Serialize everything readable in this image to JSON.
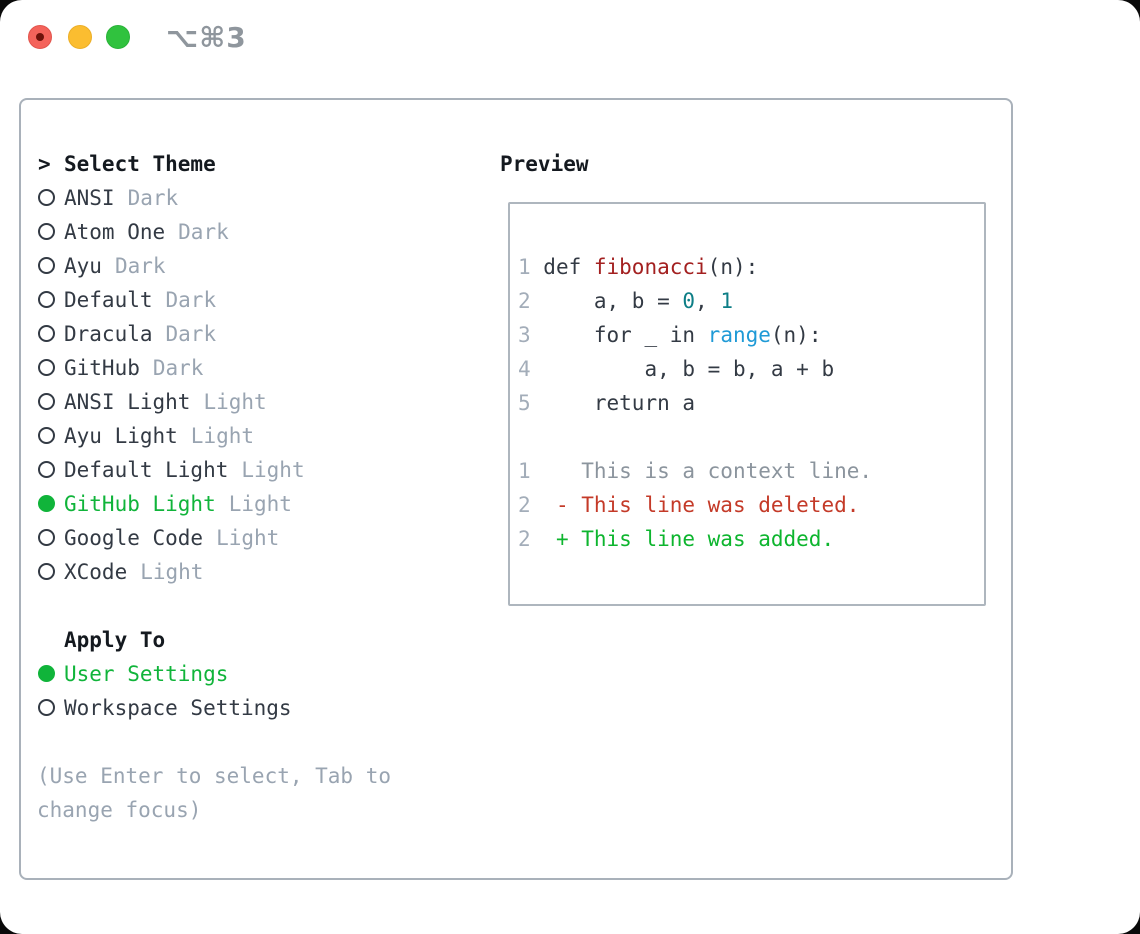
{
  "window": {
    "title_shortcut": "⌥⌘3",
    "traffic_lights": [
      "close",
      "minimize",
      "zoom"
    ]
  },
  "theme_selector": {
    "prompt": ">",
    "title": "Select Theme",
    "themes": [
      {
        "name": "ANSI",
        "variant": "Dark",
        "selected": false
      },
      {
        "name": "Atom One",
        "variant": "Dark",
        "selected": false
      },
      {
        "name": "Ayu",
        "variant": "Dark",
        "selected": false
      },
      {
        "name": "Default",
        "variant": "Dark",
        "selected": false
      },
      {
        "name": "Dracula",
        "variant": "Dark",
        "selected": false
      },
      {
        "name": "GitHub",
        "variant": "Dark",
        "selected": false
      },
      {
        "name": "ANSI Light",
        "variant": "Light",
        "selected": false
      },
      {
        "name": "Ayu Light",
        "variant": "Light",
        "selected": false
      },
      {
        "name": "Default Light",
        "variant": "Light",
        "selected": false
      },
      {
        "name": "GitHub Light",
        "variant": "Light",
        "selected": true
      },
      {
        "name": "Google Code",
        "variant": "Light",
        "selected": false
      },
      {
        "name": "XCode",
        "variant": "Light",
        "selected": false
      }
    ]
  },
  "apply_to": {
    "title": "Apply To",
    "options": [
      {
        "label": "User Settings",
        "selected": true
      },
      {
        "label": "Workspace Settings",
        "selected": false
      }
    ]
  },
  "hint": {
    "line1": "(Use Enter to select, Tab to",
    "line2": "change focus)"
  },
  "preview": {
    "title": "Preview",
    "lines": [
      [
        {
          "t": "1",
          "c": "ln"
        },
        {
          "t": " def ",
          "c": "fg"
        },
        {
          "t": "fibonacci",
          "c": "fn"
        },
        {
          "t": "(n):",
          "c": "fg"
        }
      ],
      [
        {
          "t": "2",
          "c": "ln"
        },
        {
          "t": "     a, b = ",
          "c": "fg"
        },
        {
          "t": "0",
          "c": "num"
        },
        {
          "t": ", ",
          "c": "fg"
        },
        {
          "t": "1",
          "c": "num"
        }
      ],
      [
        {
          "t": "3",
          "c": "ln"
        },
        {
          "t": "     for _ in ",
          "c": "fg"
        },
        {
          "t": "range",
          "c": "bi"
        },
        {
          "t": "(n):",
          "c": "fg"
        }
      ],
      [
        {
          "t": "4",
          "c": "ln"
        },
        {
          "t": "         a, b = b, a + b",
          "c": "fg"
        }
      ],
      [
        {
          "t": "5",
          "c": "ln"
        },
        {
          "t": "     return a",
          "c": "fg"
        }
      ],
      [],
      [
        {
          "t": "1",
          "c": "ln"
        },
        {
          "t": "    This is a context line.",
          "c": "ctx"
        }
      ],
      [
        {
          "t": "2",
          "c": "ln"
        },
        {
          "t": "  - This line was deleted.",
          "c": "del"
        }
      ],
      [
        {
          "t": "2",
          "c": "ln"
        },
        {
          "t": "  + This line was added.",
          "c": "add"
        }
      ]
    ]
  },
  "colors": {
    "heading": "#14191f",
    "fg": "#333a44",
    "muted": "#99a4b1",
    "lineno": "#a3adb9",
    "green": "#10b43a",
    "func_red": "#a32020",
    "num_teal": "#0d7e86",
    "builtin_blue": "#1f9ad6",
    "ctx_gray": "#8b949d",
    "del_red": "#c43a28",
    "add_green": "#0db52e",
    "panel_border": "#a9b1ba",
    "box_border": "#aeb6be",
    "title_gray": "#8f969d",
    "tl_red": "#f4635b",
    "tl_red_dot": "#6e120b",
    "tl_yellow": "#fbbd30",
    "tl_green": "#30c23e"
  }
}
